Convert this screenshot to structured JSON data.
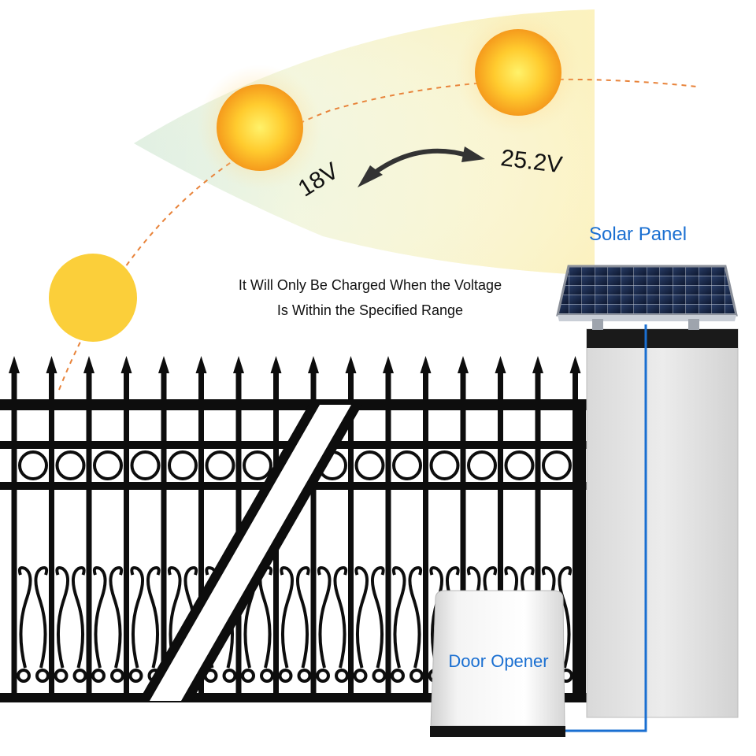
{
  "labels": {
    "voltage_low": "18V",
    "voltage_high": "25.2V",
    "note_line1": "It Will Only Be Charged When the Voltage",
    "note_line2": "Is Within the Specified Range",
    "solar_panel": "Solar Panel",
    "door_opener": "Door Opener"
  },
  "colors": {
    "label_blue": "#1a6fd1",
    "wire_blue": "#1a6fd1",
    "sun_path": "#e8833a",
    "fence": "#0d0d0d",
    "sun_core": "#ffe040",
    "sun_outer": "#f5a31a",
    "sun_low": "#fbcf3a",
    "sweep_fill": "#fbf4c8"
  },
  "icons": {
    "sun_low": "sun-icon",
    "sun_mid": "sun-icon",
    "sun_high": "sun-icon",
    "arrow": "double-arrow-icon",
    "panel": "solar-panel-icon",
    "opener": "door-opener-icon",
    "gate": "iron-gate-icon",
    "pillar": "stone-pillar-icon"
  }
}
